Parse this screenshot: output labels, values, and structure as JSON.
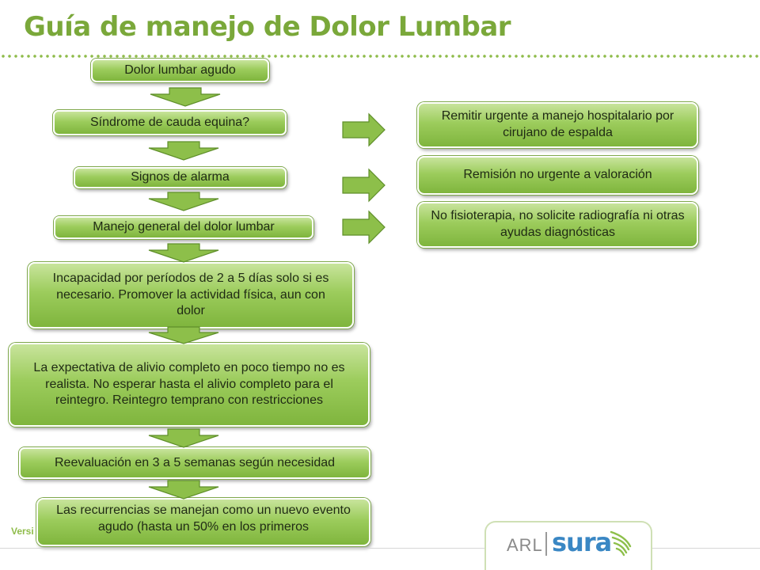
{
  "header": {
    "title": "Guía de manejo de Dolor Lumbar"
  },
  "flow": {
    "step1": "Dolor lumbar agudo",
    "step2": "Síndrome de cauda equina?",
    "step3": "Signos de alarma",
    "step4": "Manejo general del dolor lumbar",
    "step5": "Incapacidad por períodos de 2 a 5 días solo si es necesario. Promover la actividad física, aun con dolor",
    "step6": "La expectativa de alivio completo en poco tiempo no es realista. No esperar hasta el alivio completo para el reintegro. Reintegro temprano con restricciones",
    "step7": "Reevaluación en 3 a 5 semanas según necesidad",
    "step8": "Las recurrencias se manejan como un nuevo evento agudo (hasta un 50% en los primeros"
  },
  "outcomes": {
    "out1": "Remitir urgente a manejo hospitalario por cirujano de espalda",
    "out2": "Remisión no urgente a valoración",
    "out3": "No fisioterapia, no solicite radiografía ni otras ayudas diagnósticas"
  },
  "footer": {
    "version_text": "Versi",
    "logo_arl": "ARL",
    "logo_sura": "sura"
  },
  "colors": {
    "title": "#7aa83a",
    "box_top": "#c8e49c",
    "box_bottom": "#7fb53d",
    "arrow_fill": "#8dbf4a",
    "arrow_stroke": "#5f8f2a",
    "logo_blue": "#3a87c4"
  }
}
